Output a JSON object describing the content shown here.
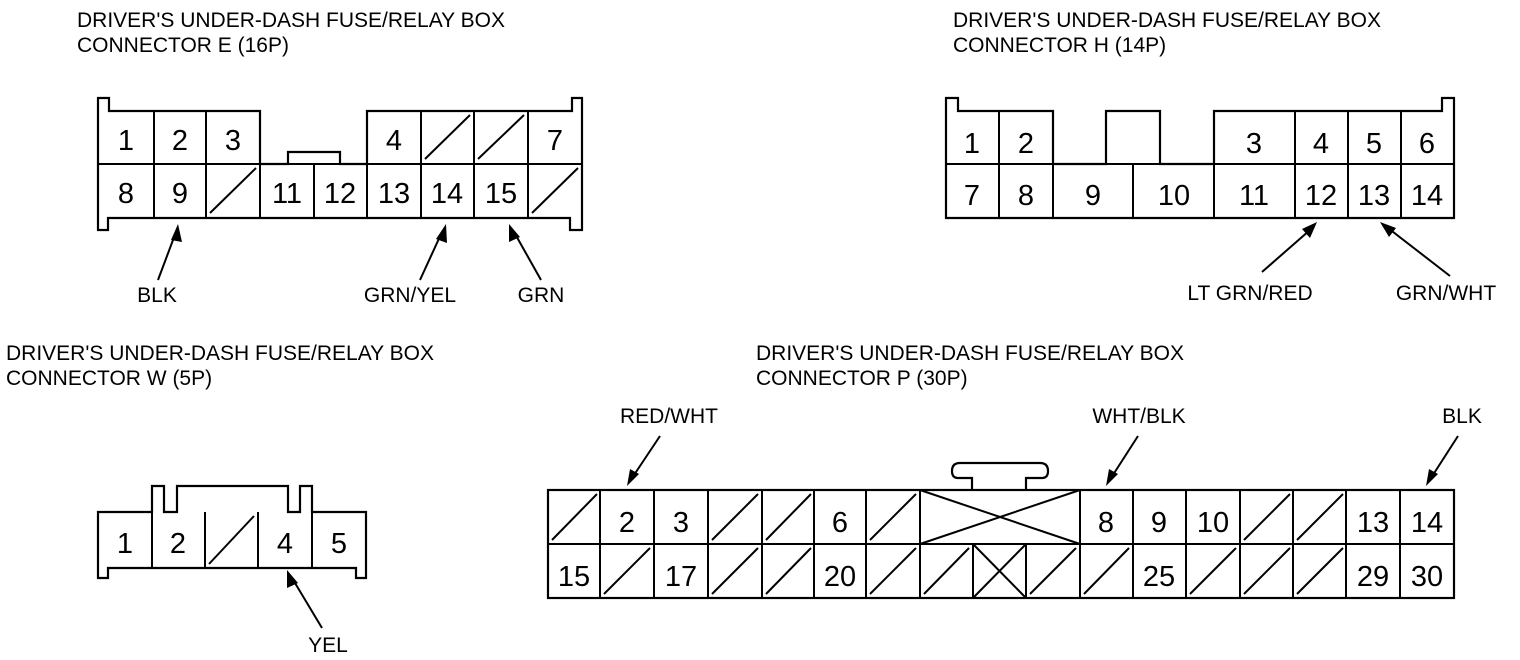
{
  "connectors": {
    "e": {
      "title_1": "DRIVER'S UNDER-DASH FUSE/RELAY BOX",
      "title_2": "CONNECTOR E (16P)",
      "pins": [
        "1",
        "2",
        "3",
        "4",
        "7",
        "8",
        "9",
        "11",
        "12",
        "13",
        "14",
        "15"
      ],
      "wires": [
        "BLK",
        "GRN/YEL",
        "GRN"
      ]
    },
    "h": {
      "title_1": "DRIVER'S UNDER-DASH FUSE/RELAY BOX",
      "title_2": "CONNECTOR H (14P)",
      "pins": [
        "1",
        "2",
        "3",
        "4",
        "5",
        "6",
        "7",
        "8",
        "9",
        "10",
        "11",
        "12",
        "13",
        "14"
      ],
      "wires": [
        "LT GRN/RED",
        "GRN/WHT"
      ]
    },
    "w": {
      "title_1": "DRIVER'S UNDER-DASH FUSE/RELAY BOX",
      "title_2": "CONNECTOR W (5P)",
      "pins": [
        "1",
        "2",
        "4",
        "5"
      ],
      "wires": [
        "YEL"
      ]
    },
    "p": {
      "title_1": "DRIVER'S UNDER-DASH FUSE/RELAY BOX",
      "title_2": "CONNECTOR P (30P)",
      "pins": [
        "2",
        "3",
        "6",
        "8",
        "9",
        "10",
        "13",
        "14",
        "15",
        "17",
        "20",
        "25",
        "29",
        "30"
      ],
      "wires": [
        "RED/WHT",
        "WHT/BLK",
        "BLK"
      ]
    }
  }
}
